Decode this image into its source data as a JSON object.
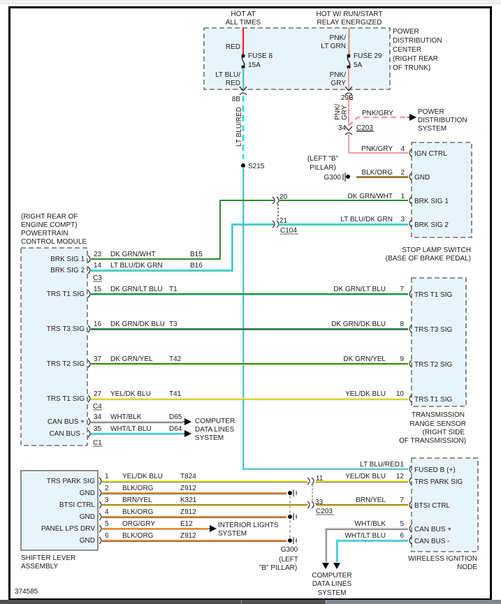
{
  "diagram_id": "374585",
  "colors": {
    "red": "#ee1c1c",
    "lt_blu": "#22e0f0",
    "pnk": "#f29aaa",
    "lt_grn": "#8ee07a",
    "gry": "#a0a0a0",
    "dk_grn": "#2e8b2e",
    "yel": "#f2ee30",
    "blk": "#333333",
    "org": "#f08a24",
    "brn": "#a8862a",
    "wht": "#bdbdbd",
    "box_fill": "#e8f4fb"
  },
  "pdc": {
    "label": [
      "POWER",
      "DISTRIBUTION",
      "CENTER",
      "(RIGHT REAR",
      "OF TRUNK)"
    ],
    "left_feed": {
      "title": [
        "HOT AT",
        "ALL TIMES"
      ],
      "wire_in": "RED",
      "fuse": "FUSE 8",
      "rating": "15A",
      "wire_out": [
        "LT BLU/",
        "RED"
      ]
    },
    "right_feed": {
      "title": [
        "HOT W/ RUN/START",
        "RELAY ENERGIZED"
      ],
      "wire_in": [
        "PNK/",
        "LT GRN"
      ],
      "fuse": "FUSE 29",
      "rating": "5A",
      "wire_out": [
        "PNK/",
        "GRY"
      ]
    }
  },
  "left_circuit": {
    "pin": "8B",
    "wire": "LT BLU/RED",
    "splice": "S215"
  },
  "right_circuit": {
    "pin": "29B",
    "wire_rot1": "PNK/",
    "wire_rot2": "GRY",
    "c203_pin": "34",
    "connector": "C203",
    "branch_wire": "PNK/GRY",
    "branch_dest": [
      "POWER",
      "DISTRIBUTION",
      "SYSTEM"
    ]
  },
  "ground_g300_top": {
    "location": [
      "(LEFT \"B\"",
      "PILLAR)"
    ],
    "name": "G300"
  },
  "stop_lamp_switch": {
    "label": [
      "STOP LAMP SWITCH",
      "(BASE OF BRAKE PEDAL)"
    ],
    "pins": [
      {
        "pin": "4",
        "wire": "PNK/GRY",
        "name": "IGN CTRL"
      },
      {
        "pin": "2",
        "wire": "BLK/ORG",
        "name": "GND"
      },
      {
        "pin": "1",
        "wire": "DK GRN/WHT",
        "name": "BRK SIG 1"
      },
      {
        "pin": "3",
        "wire": "LT BLU/DK GRN",
        "name": "BRK SIG 2"
      }
    ]
  },
  "c104": {
    "name": "C104",
    "pins": [
      "20",
      "21"
    ]
  },
  "pcm": {
    "label": [
      "(RIGHT REAR OF",
      "ENGINE COMPT)",
      "POWERTRAIN",
      "CONTROL MODULE"
    ],
    "pins": [
      {
        "name": "BRK SIG 1",
        "pin": "23",
        "wire": "DK GRN/WHT",
        "circuit": "B15"
      },
      {
        "name": "BRK SIG 2",
        "pin": "14",
        "wire": "LT BLU/DK GRN",
        "circuit": "B16"
      },
      {
        "name": "TRS T1 SIG",
        "pin": "15",
        "wire": "DK GRN/LT BLU",
        "circuit": "T1"
      },
      {
        "name": "TRS T3 SIG",
        "pin": "16",
        "wire": "DK GRN/DK BLU",
        "circuit": "T3"
      },
      {
        "name": "TRS T2 SIG",
        "pin": "37",
        "wire": "DK GRN/YEL",
        "circuit": "T42"
      },
      {
        "name": "TRS T1 SIG",
        "pin": "27",
        "wire": "YEL/DK BLU",
        "circuit": "T41"
      },
      {
        "name": "CAN BUS +",
        "pin": "34",
        "wire": "WHT/BLK",
        "circuit": "D65"
      },
      {
        "name": "CAN BUS -",
        "pin": "35",
        "wire": "WHT/LT BLU",
        "circuit": "D64"
      }
    ],
    "connectors": [
      "C3",
      "C4",
      "C1"
    ],
    "can_dest": [
      "COMPUTER",
      "DATA LINES",
      "SYSTEM"
    ]
  },
  "trs": {
    "label": [
      "TRANSMISSION",
      "RANGE SENSOR",
      "(RIGHT SIDE",
      "OF TRANSMISSION)"
    ],
    "pins": [
      {
        "pin": "7",
        "wire": "DK GRN/LT BLU",
        "name": "TRS T1 SIG"
      },
      {
        "pin": "8",
        "wire": "DK GRN/DK BLU",
        "name": "TRS T3 SIG"
      },
      {
        "pin": "9",
        "wire": "DK GRN/YEL",
        "name": "TRS T2 SIG"
      },
      {
        "pin": "10",
        "wire": "YEL/DK BLU",
        "name": "TRS T1 SIG"
      }
    ]
  },
  "shifter": {
    "label": [
      "SHIFTER LEVER",
      "ASSEMBLY"
    ],
    "pins": [
      {
        "name": "TRS PARK SIG",
        "pin": "1",
        "wire": "YEL/DK BLU",
        "circuit": "T824"
      },
      {
        "name": "GND",
        "pin": "2",
        "wire": "BLK/ORG",
        "circuit": "Z912"
      },
      {
        "name": "BTSI CTRL",
        "pin": "3",
        "wire": "BRN/YEL",
        "circuit": "K321"
      },
      {
        "name": "GND",
        "pin": "4",
        "wire": "BLK/ORG",
        "circuit": "Z912"
      },
      {
        "name": "PANEL LPS DRV",
        "pin": "5",
        "wire": "ORG/GRY",
        "circuit": "E12"
      },
      {
        "name": "GND",
        "pin": "6",
        "wire": "BLK/ORG",
        "circuit": "Z912"
      }
    ],
    "interior_dest": [
      "INTERIOR LIGHTS",
      "SYSTEM"
    ]
  },
  "ground_g300_bottom": {
    "name": "G300",
    "location": [
      "(LEFT",
      "\"B\" PILLAR)"
    ]
  },
  "c203_bottom": {
    "name": "C203",
    "pins": [
      "11",
      "33"
    ]
  },
  "win": {
    "label": [
      "WIRELESS IGNITION",
      "NODE"
    ],
    "pins": [
      {
        "pin": "1",
        "wire": "LT BLU/RED",
        "name": "FUSED B (+)"
      },
      {
        "pin": "12",
        "wire": "YEL/DK BLU",
        "name": "TRS PARK SIG"
      },
      {
        "pin": "7",
        "wire": "BRN/YEL",
        "name": "BTSI CTRL"
      },
      {
        "pin": "5",
        "wire": "WHT/BLK",
        "name": "CAN BUS +"
      },
      {
        "pin": "6",
        "wire": "WHT/LT BLU",
        "name": "CAN BUS -"
      }
    ],
    "can_dest": [
      "COMPUTER",
      "DATA LINES",
      "SYSTEM"
    ]
  }
}
